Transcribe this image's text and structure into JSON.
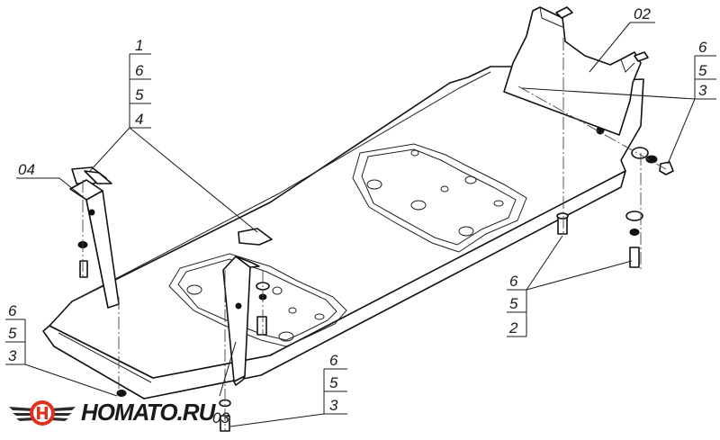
{
  "callouts": {
    "top_left_stack": [
      "1",
      "6",
      "5",
      "4"
    ],
    "part_04": "04",
    "part_02": "02",
    "top_right_stack": [
      "6",
      "5",
      "3"
    ],
    "mid_right_stack": [
      "6",
      "5",
      "2"
    ],
    "bottom_left_stack": [
      "6",
      "5",
      "3"
    ],
    "bottom_center_stack": [
      "6",
      "5",
      "3"
    ],
    "hidden_part": "03"
  },
  "logo": {
    "text": "НОМАТО.RU",
    "icon": "winged-h-logo-icon",
    "colors": {
      "wings": "#2b2b2b",
      "circle": "#e0301e"
    }
  }
}
